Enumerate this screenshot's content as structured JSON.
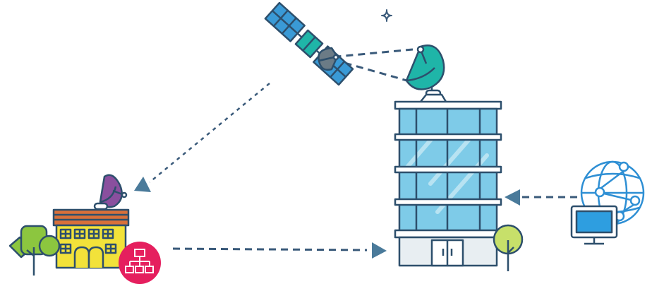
{
  "diagram": {
    "nodes": [
      {
        "id": "satellite",
        "icon": "satellite-icon"
      },
      {
        "id": "datacenter",
        "icon": "office-building-icon"
      },
      {
        "id": "datacenter-dish",
        "icon": "satellite-dish-icon"
      },
      {
        "id": "branch-office",
        "icon": "house-building-icon"
      },
      {
        "id": "branch-dish",
        "icon": "satellite-dish-icon"
      },
      {
        "id": "branch-network",
        "icon": "network-hierarchy-icon"
      },
      {
        "id": "internet",
        "icon": "globe-network-icon"
      },
      {
        "id": "remote-user",
        "icon": "monitor-icon"
      }
    ],
    "links": [
      {
        "from": "datacenter-dish",
        "to": "satellite",
        "style": "dashed"
      },
      {
        "from": "satellite",
        "to": "branch-dish",
        "style": "dashed"
      },
      {
        "from": "branch-office",
        "to": "datacenter",
        "style": "dashed"
      },
      {
        "from": "internet",
        "to": "datacenter",
        "style": "dashed"
      }
    ],
    "colors": {
      "line": "#3a5a7a",
      "arrow": "#4a7a9a",
      "glass": "#7ecbe8",
      "dish_teal": "#1fb5a8",
      "dish_purple": "#8a4f9e",
      "house_wall": "#f2e23a",
      "roof": "#d9703a",
      "tree": "#8cc63f",
      "globe": "#2e8fd4",
      "network_badge": "#e51f5e"
    }
  }
}
